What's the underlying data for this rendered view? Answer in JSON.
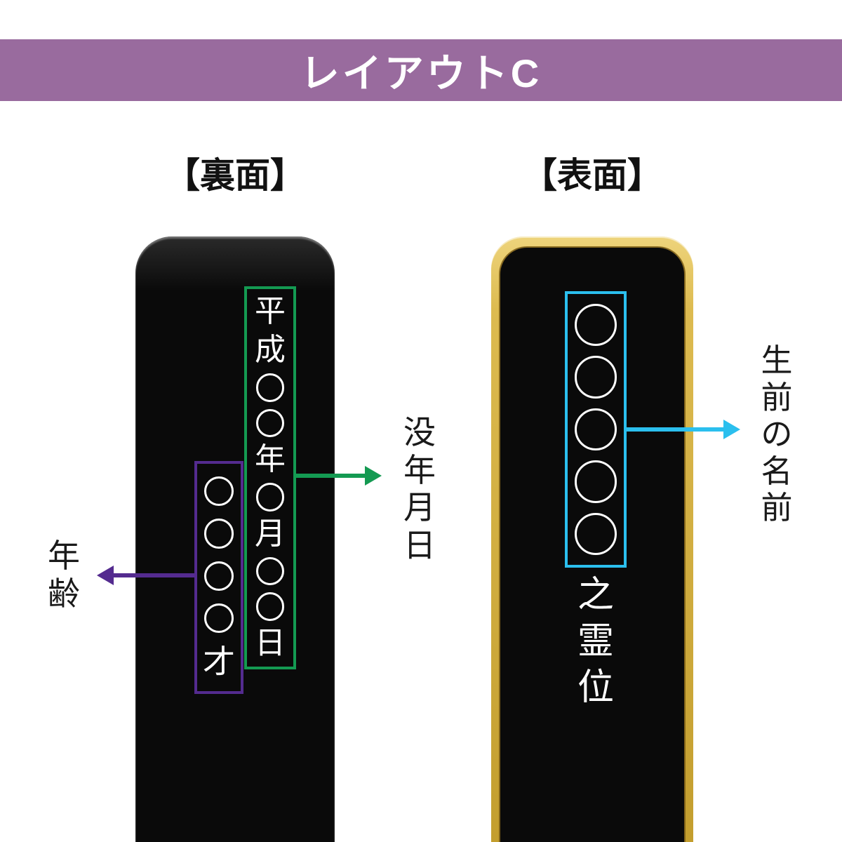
{
  "header": {
    "title": "レイアウトC"
  },
  "back_panel": {
    "section_label": "【裏面】",
    "date_text": "平成◯◯年◯月◯◯日",
    "age_text": "◯◯◯◯才",
    "date_callout": "没年月日",
    "age_callout": "年齢"
  },
  "front_panel": {
    "section_label": "【表面】",
    "name_placeholder": "◯◯◯◯◯",
    "name_suffix": "之霊位",
    "name_callout": "生前の名前"
  },
  "colors": {
    "header_bg": "#996b9e",
    "date_accent": "#149a52",
    "age_accent": "#542b8f",
    "name_accent": "#2bbfee",
    "tablet_black": "#0a0a0a",
    "gold_light": "#eed47c",
    "gold_dark": "#c39e2e"
  }
}
